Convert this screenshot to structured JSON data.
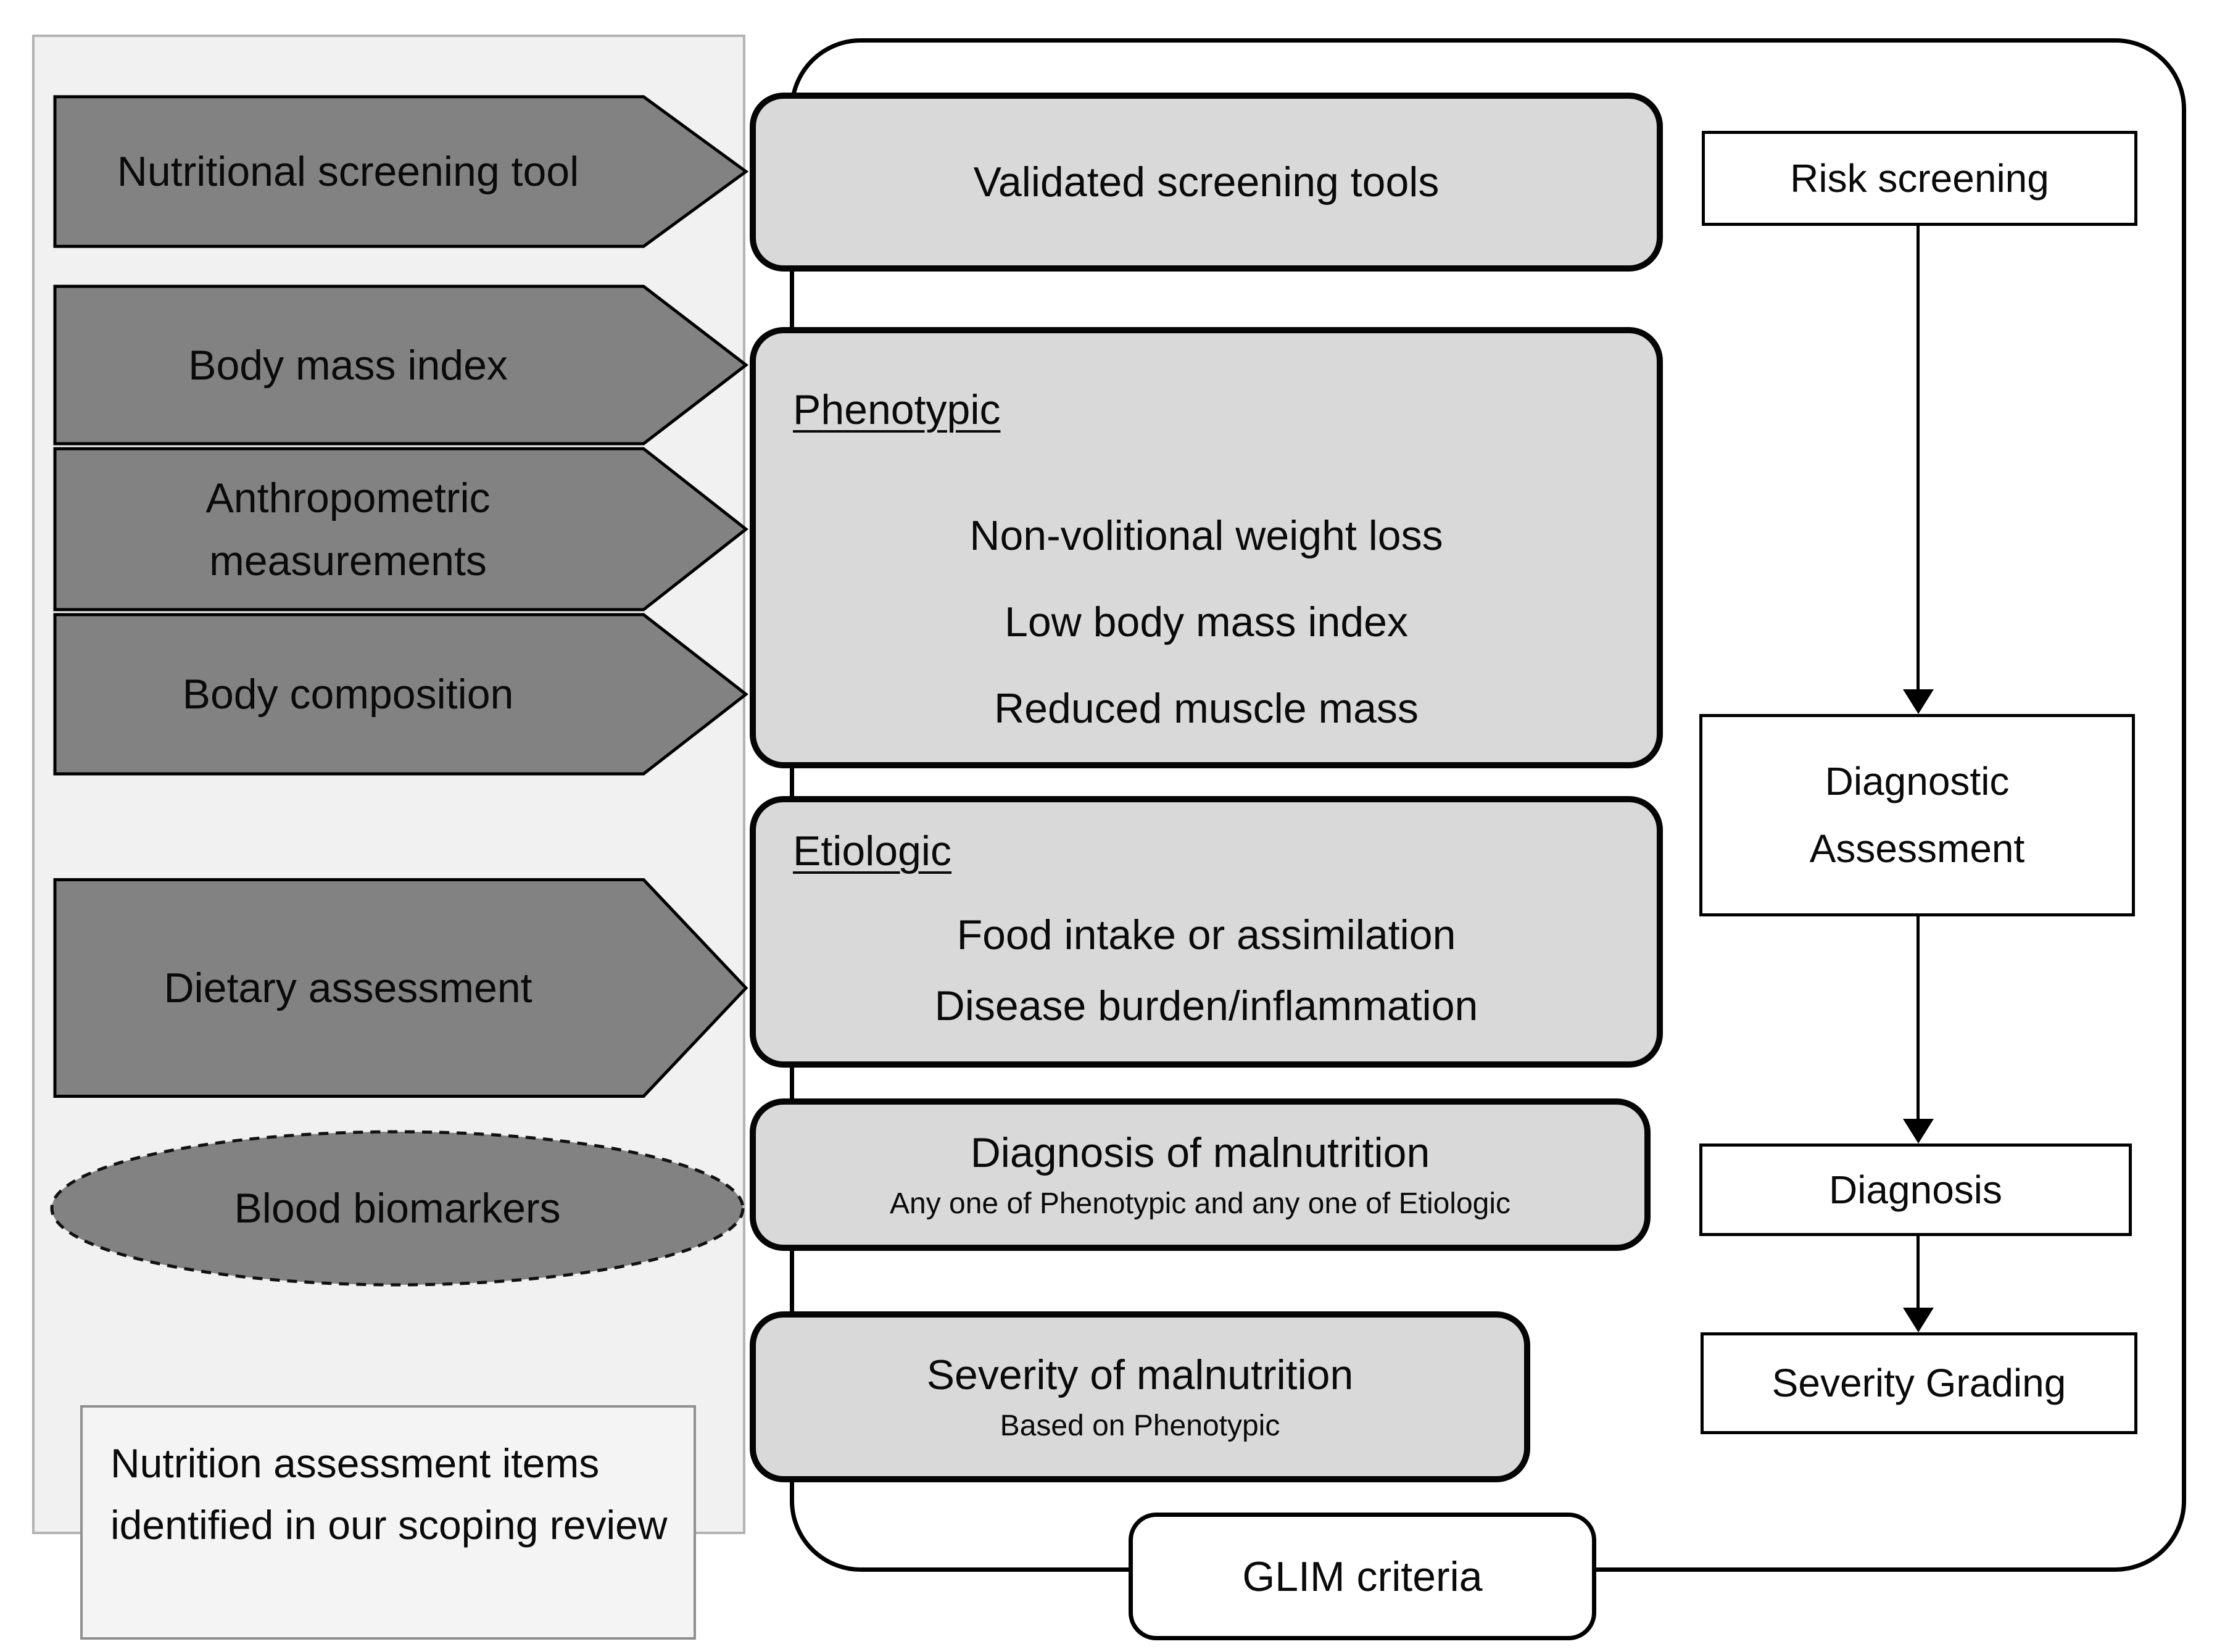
{
  "colors": {
    "arrow_fill": "#828282",
    "box_fill": "#d9d9d9",
    "panel_bg": "#f1f1f1"
  },
  "left_panel": {
    "arrows": [
      {
        "label": "Nutritional screening tool"
      },
      {
        "label": "Body mass index"
      },
      {
        "label": "Anthropometric measurements"
      },
      {
        "label": "Body composition"
      },
      {
        "label": "Dietary assessment"
      }
    ],
    "ellipse": {
      "label": "Blood biomarkers"
    },
    "caption": "Nutrition assessment items identified in our scoping review"
  },
  "glim": {
    "screening_box": {
      "label": "Validated screening tools"
    },
    "phenotypic": {
      "heading": "Phenotypic",
      "items": [
        "Non-volitional weight loss",
        "Low body mass index",
        "Reduced muscle mass"
      ]
    },
    "etiologic": {
      "heading": "Etiologic",
      "items": [
        "Food intake or assimilation",
        "Disease burden/inflammation"
      ]
    },
    "diagnosis_box": {
      "title": "Diagnosis of malnutrition",
      "subtitle": "Any one of Phenotypic and any one of Etiologic"
    },
    "severity_box": {
      "title": "Severity of malnutrition",
      "subtitle": "Based on Phenotypic"
    },
    "footer": {
      "label": "GLIM criteria"
    }
  },
  "flow": {
    "risk": "Risk screening",
    "diagnostic_assessment": "Diagnostic Assessment",
    "diagnosis": "Diagnosis",
    "severity_grading": "Severity Grading"
  }
}
